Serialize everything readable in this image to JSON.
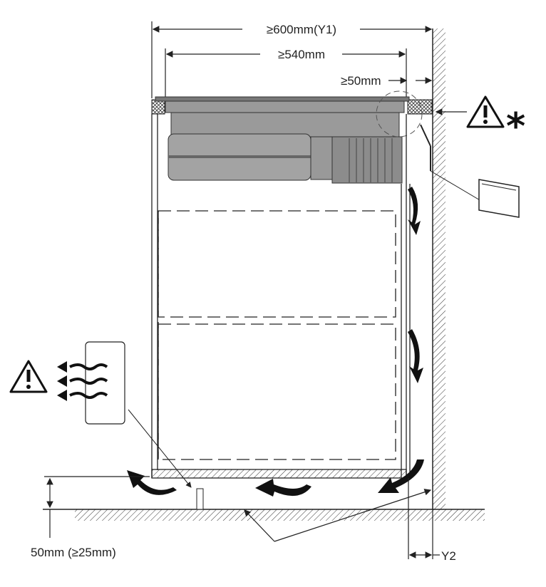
{
  "dimensions": {
    "total_depth": "≥600mm(Y1)",
    "inner_depth": "≥540mm",
    "rear_gap": "≥50mm",
    "floor_gap": "50mm (≥25mm)",
    "wall_gap": "Y2"
  },
  "symbols": {
    "top_warning": "warning-triangle-icon",
    "top_asterisk": "*",
    "left_warning": "warning-triangle-icon"
  },
  "colors": {
    "line": "#222222",
    "hob": "#9a9a9a"
  }
}
